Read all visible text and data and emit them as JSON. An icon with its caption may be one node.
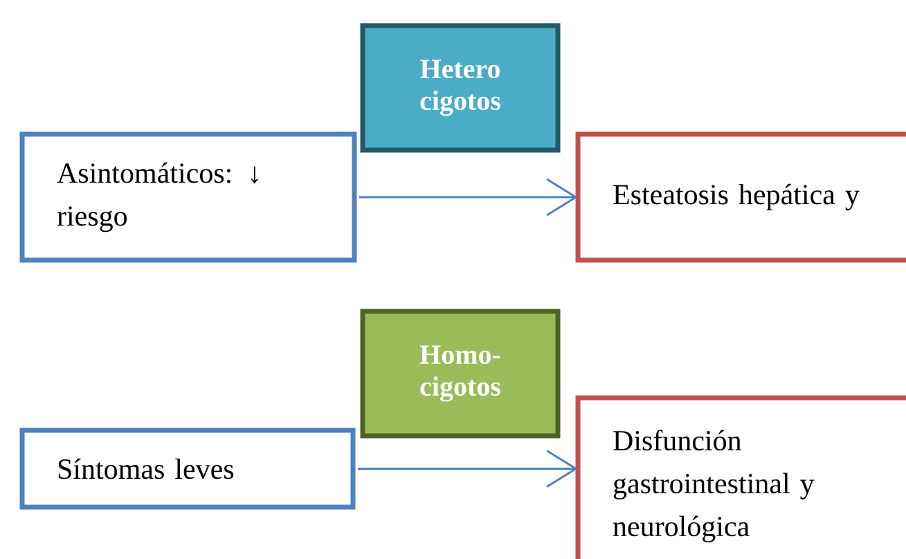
{
  "diagram": {
    "nodes": [
      {
        "text": [
          "Hetero cigotos"
        ]
      },
      {
        "text": [
          "Asintomáticos: ↓ riesgo"
        ]
      },
      {
        "text": [
          "Esteatosis hepática y"
        ]
      },
      {
        "text": [
          "Homo- cigotos"
        ]
      },
      {
        "text": [
          "Síntomas leves"
        ]
      },
      {
        "text": [
          "Disfunción gastrointestinal y neurológica"
        ]
      }
    ],
    "edges": [
      {
        "from": 1,
        "to": 2,
        "arrow": "to"
      },
      {
        "from": 4,
        "to": 5,
        "arrow": "to"
      }
    ]
  }
}
